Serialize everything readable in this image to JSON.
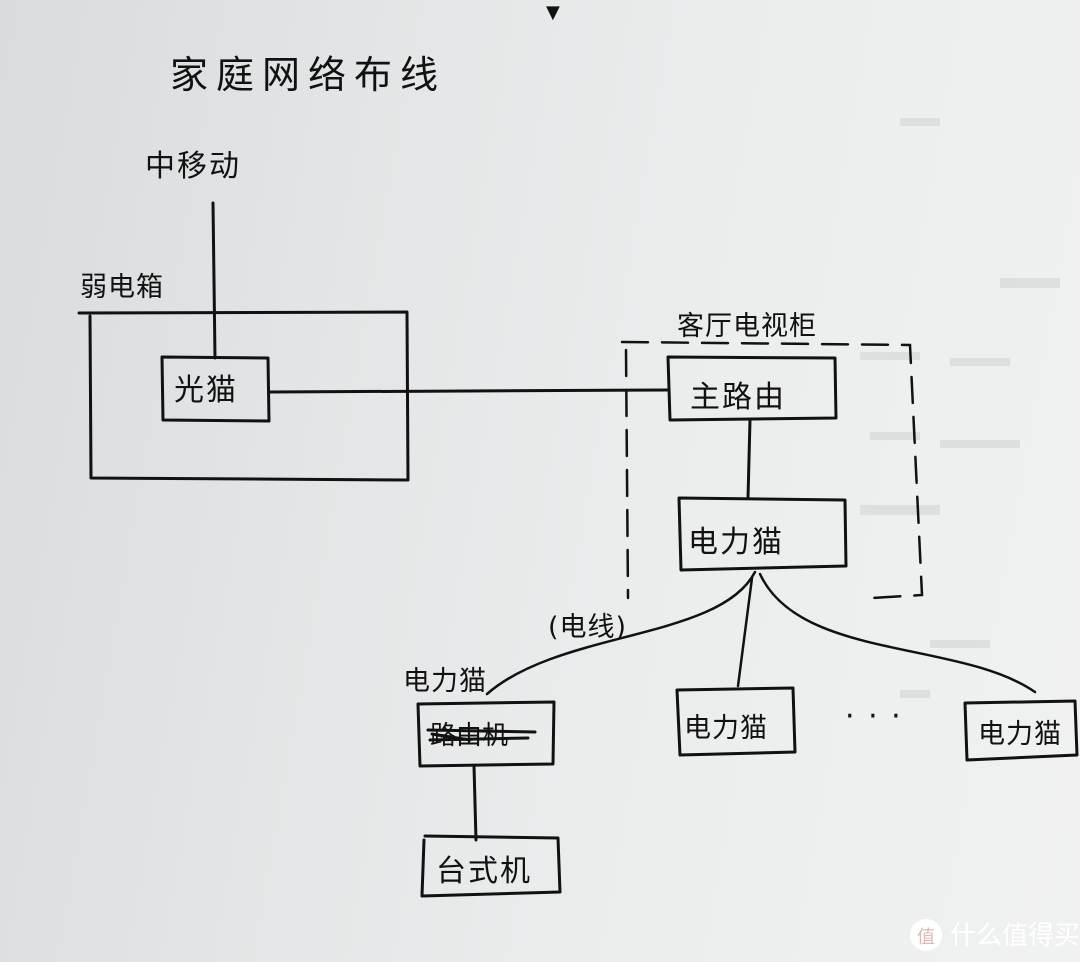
{
  "diagram": {
    "title": "家庭网络布线",
    "source": "中移动",
    "weak_box_label": "弱电箱",
    "modem_label": "光猫",
    "tv_cabinet_label": "客厅电视柜",
    "main_router_label": "主路由",
    "plc_main_label": "电力猫",
    "powerline_label": "(电线)",
    "plc_desk_label": "电力猫",
    "struck_label": "路由机",
    "desktop_label": "台式机",
    "plc_mid_label": "电力猫",
    "ellipsis": "· · ·",
    "plc_right_label": "电力猫",
    "top_marker": "▼"
  },
  "watermark": {
    "logo_glyph": "值",
    "text": "什么值得买"
  }
}
